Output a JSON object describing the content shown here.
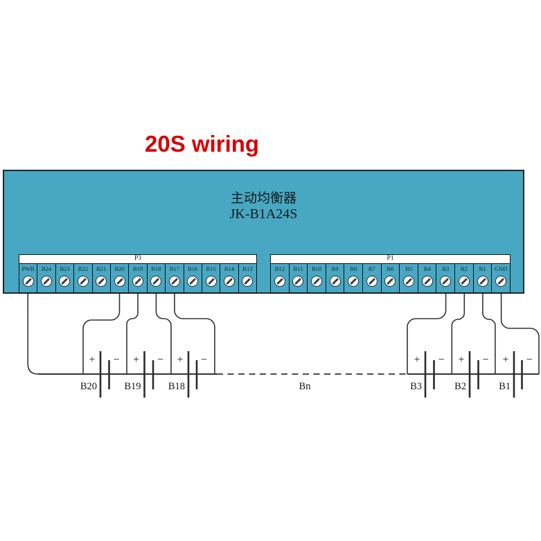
{
  "title": "20S wiring",
  "device": {
    "name_cn": "主动均衡器",
    "model": "JK-B1A24S"
  },
  "connectors": [
    {
      "id": "P3",
      "terminals": [
        "PWR",
        "B24",
        "B23",
        "B22",
        "B21",
        "B20",
        "B19",
        "B18",
        "B17",
        "B16",
        "B15",
        "B14",
        "B13"
      ]
    },
    {
      "id": "P1",
      "terminals": [
        "B12",
        "B11",
        "B10",
        "B9",
        "B8",
        "B7",
        "B6",
        "B5",
        "B4",
        "B3",
        "B2",
        "B1",
        "GND"
      ]
    }
  ],
  "batteries": {
    "plus_sign": "+",
    "minus_sign": "−",
    "left_group": [
      "B20",
      "B19",
      "B18"
    ],
    "ellipsis_label": "Bn",
    "right_group": [
      "B3",
      "B2",
      "B1"
    ]
  },
  "colors": {
    "title_red": "#d80000",
    "device_teal": "#48a7c2",
    "wire": "#333333",
    "terminal_text": "#0e2430"
  }
}
